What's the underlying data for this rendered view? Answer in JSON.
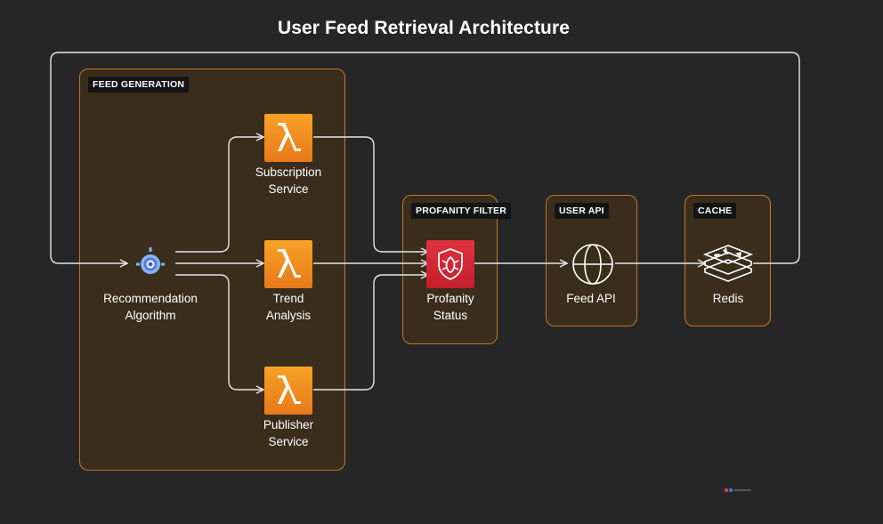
{
  "title": "User Feed Retrieval Architecture",
  "groups": {
    "feed_generation": "FEED GENERATION",
    "profanity_filter": "PROFANITY FILTER",
    "user_api": "USER API",
    "cache": "CACHE"
  },
  "nodes": {
    "recommendation": [
      "Recommendation",
      "Algorithm"
    ],
    "subscription": [
      "Subscription",
      "Service"
    ],
    "trend": [
      "Trend",
      "Analysis"
    ],
    "publisher": [
      "Publisher",
      "Service"
    ],
    "profanity": [
      "Profanity",
      "Status"
    ],
    "feed_api": [
      "Feed API"
    ],
    "redis": [
      "Redis"
    ]
  },
  "colors": {
    "background": "#262626",
    "group_border": "#c0782c",
    "group_fill": "#3a2d1c",
    "lambda_orange": "#f18f1f",
    "shield_red": "#d42a36",
    "connector": "#e6e6e6"
  },
  "icons": {
    "recommendation": "vertex-ai-icon",
    "subscription": "lambda-icon",
    "trend": "lambda-icon",
    "publisher": "lambda-icon",
    "profanity": "shield-icon",
    "feed_api": "globe-icon",
    "redis": "redis-icon"
  }
}
